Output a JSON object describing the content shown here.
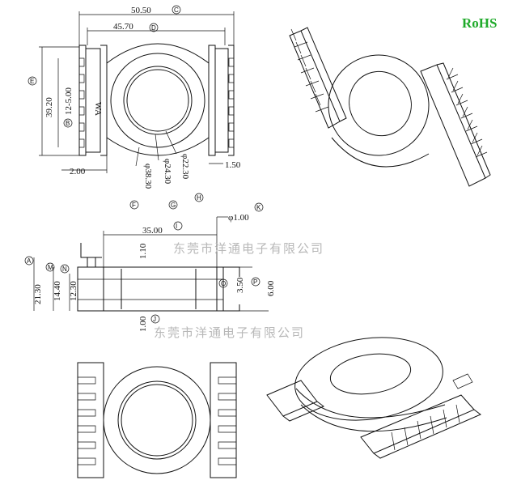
{
  "badge": "RoHS",
  "watermark": "东莞市洋通电子有限公司",
  "top_view": {
    "dims": [
      "50.50",
      "45.70",
      "39.20",
      "12-5.00",
      "2.00",
      "1.50",
      "φ38.30",
      "φ24.30",
      "φ22.30"
    ],
    "mark": "WA",
    "callouts": [
      "C",
      "D",
      "E",
      "B",
      "F",
      "G",
      "H"
    ]
  },
  "side_view": {
    "dims": [
      "35.00",
      "φ1.00",
      "21.30",
      "14.40",
      "12.30",
      "1.10",
      "1.00",
      "3.50",
      "6.00"
    ],
    "callouts": [
      "I",
      "K",
      "A",
      "M",
      "N",
      "O",
      "P",
      "J"
    ]
  }
}
